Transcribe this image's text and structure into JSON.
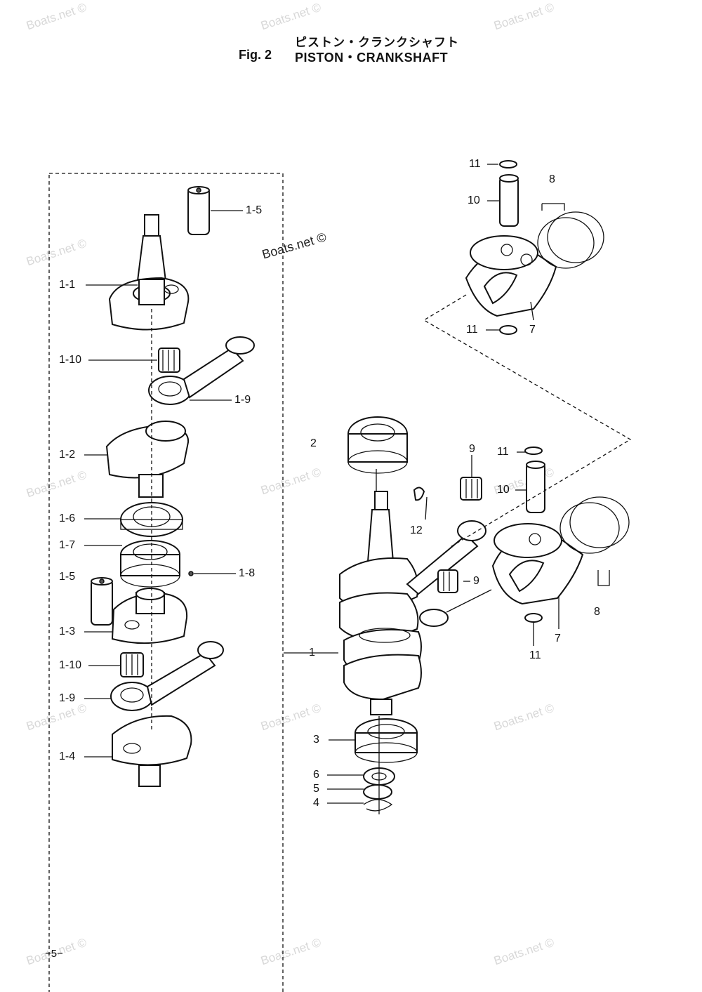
{
  "header": {
    "title_jp": "ピストン・クランクシャフト",
    "fig_no": "Fig. 2",
    "title_en": "PISTON・CRANKSHAFT"
  },
  "watermark": {
    "text": "Boats.net ©"
  },
  "page_number": "−5−",
  "callouts": {
    "c1_5a": "1-5",
    "c1_1": "1-1",
    "c1_10a": "1-10",
    "c1_9a": "1-9",
    "c1_2": "1-2",
    "c1_6": "1-6",
    "c1_7": "1-7",
    "c1_8": "1-8",
    "c1_5b": "1-5",
    "c1_3": "1-3",
    "c1_10b": "1-10",
    "c1_9b": "1-9",
    "c1_4": "1-4",
    "c1": "1",
    "c2": "2",
    "c3": "3",
    "c4": "4",
    "c5": "5",
    "c6": "6",
    "c7a": "7",
    "c7b": "7",
    "c8a": "8",
    "c8b": "8",
    "c9a": "9",
    "c9b": "9",
    "c10a": "10",
    "c10b": "10",
    "c11a": "11",
    "c11b": "11",
    "c11c": "11",
    "c11d": "11",
    "c12": "12"
  },
  "colors": {
    "ink": "#111111",
    "watermark": "#d8d8d8",
    "background": "#ffffff"
  }
}
